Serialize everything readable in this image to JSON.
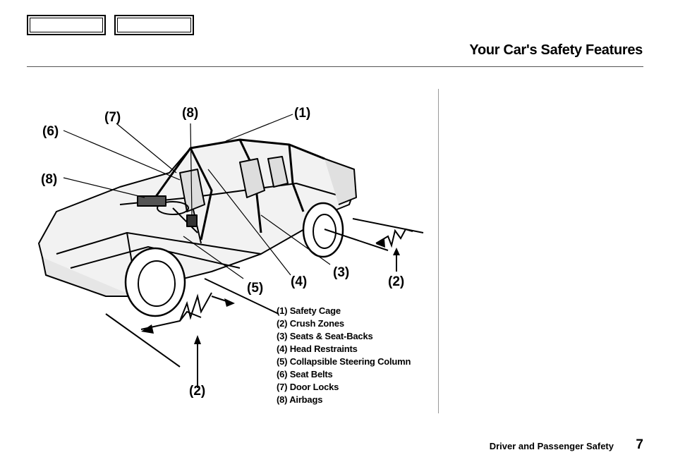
{
  "header": {
    "title": "Your Car's Safety Features"
  },
  "diagram": {
    "callouts": {
      "c1": "(1)",
      "c2a": "(2)",
      "c2b": "(2)",
      "c3": "(3)",
      "c4": "(4)",
      "c5": "(5)",
      "c6": "(6)",
      "c7": "(7)",
      "c8a": "(8)",
      "c8b": "(8)"
    }
  },
  "legend": [
    "(1) Safety Cage",
    "(2) Crush Zones",
    "(3) Seats & Seat-Backs",
    "(4) Head Restraints",
    "(5) Collapsible Steering Column",
    "(6) Seat Belts",
    "(7) Door Locks",
    "(8) Airbags"
  ],
  "footer": {
    "section": "Driver and Passenger Safety",
    "page_number": "7"
  }
}
